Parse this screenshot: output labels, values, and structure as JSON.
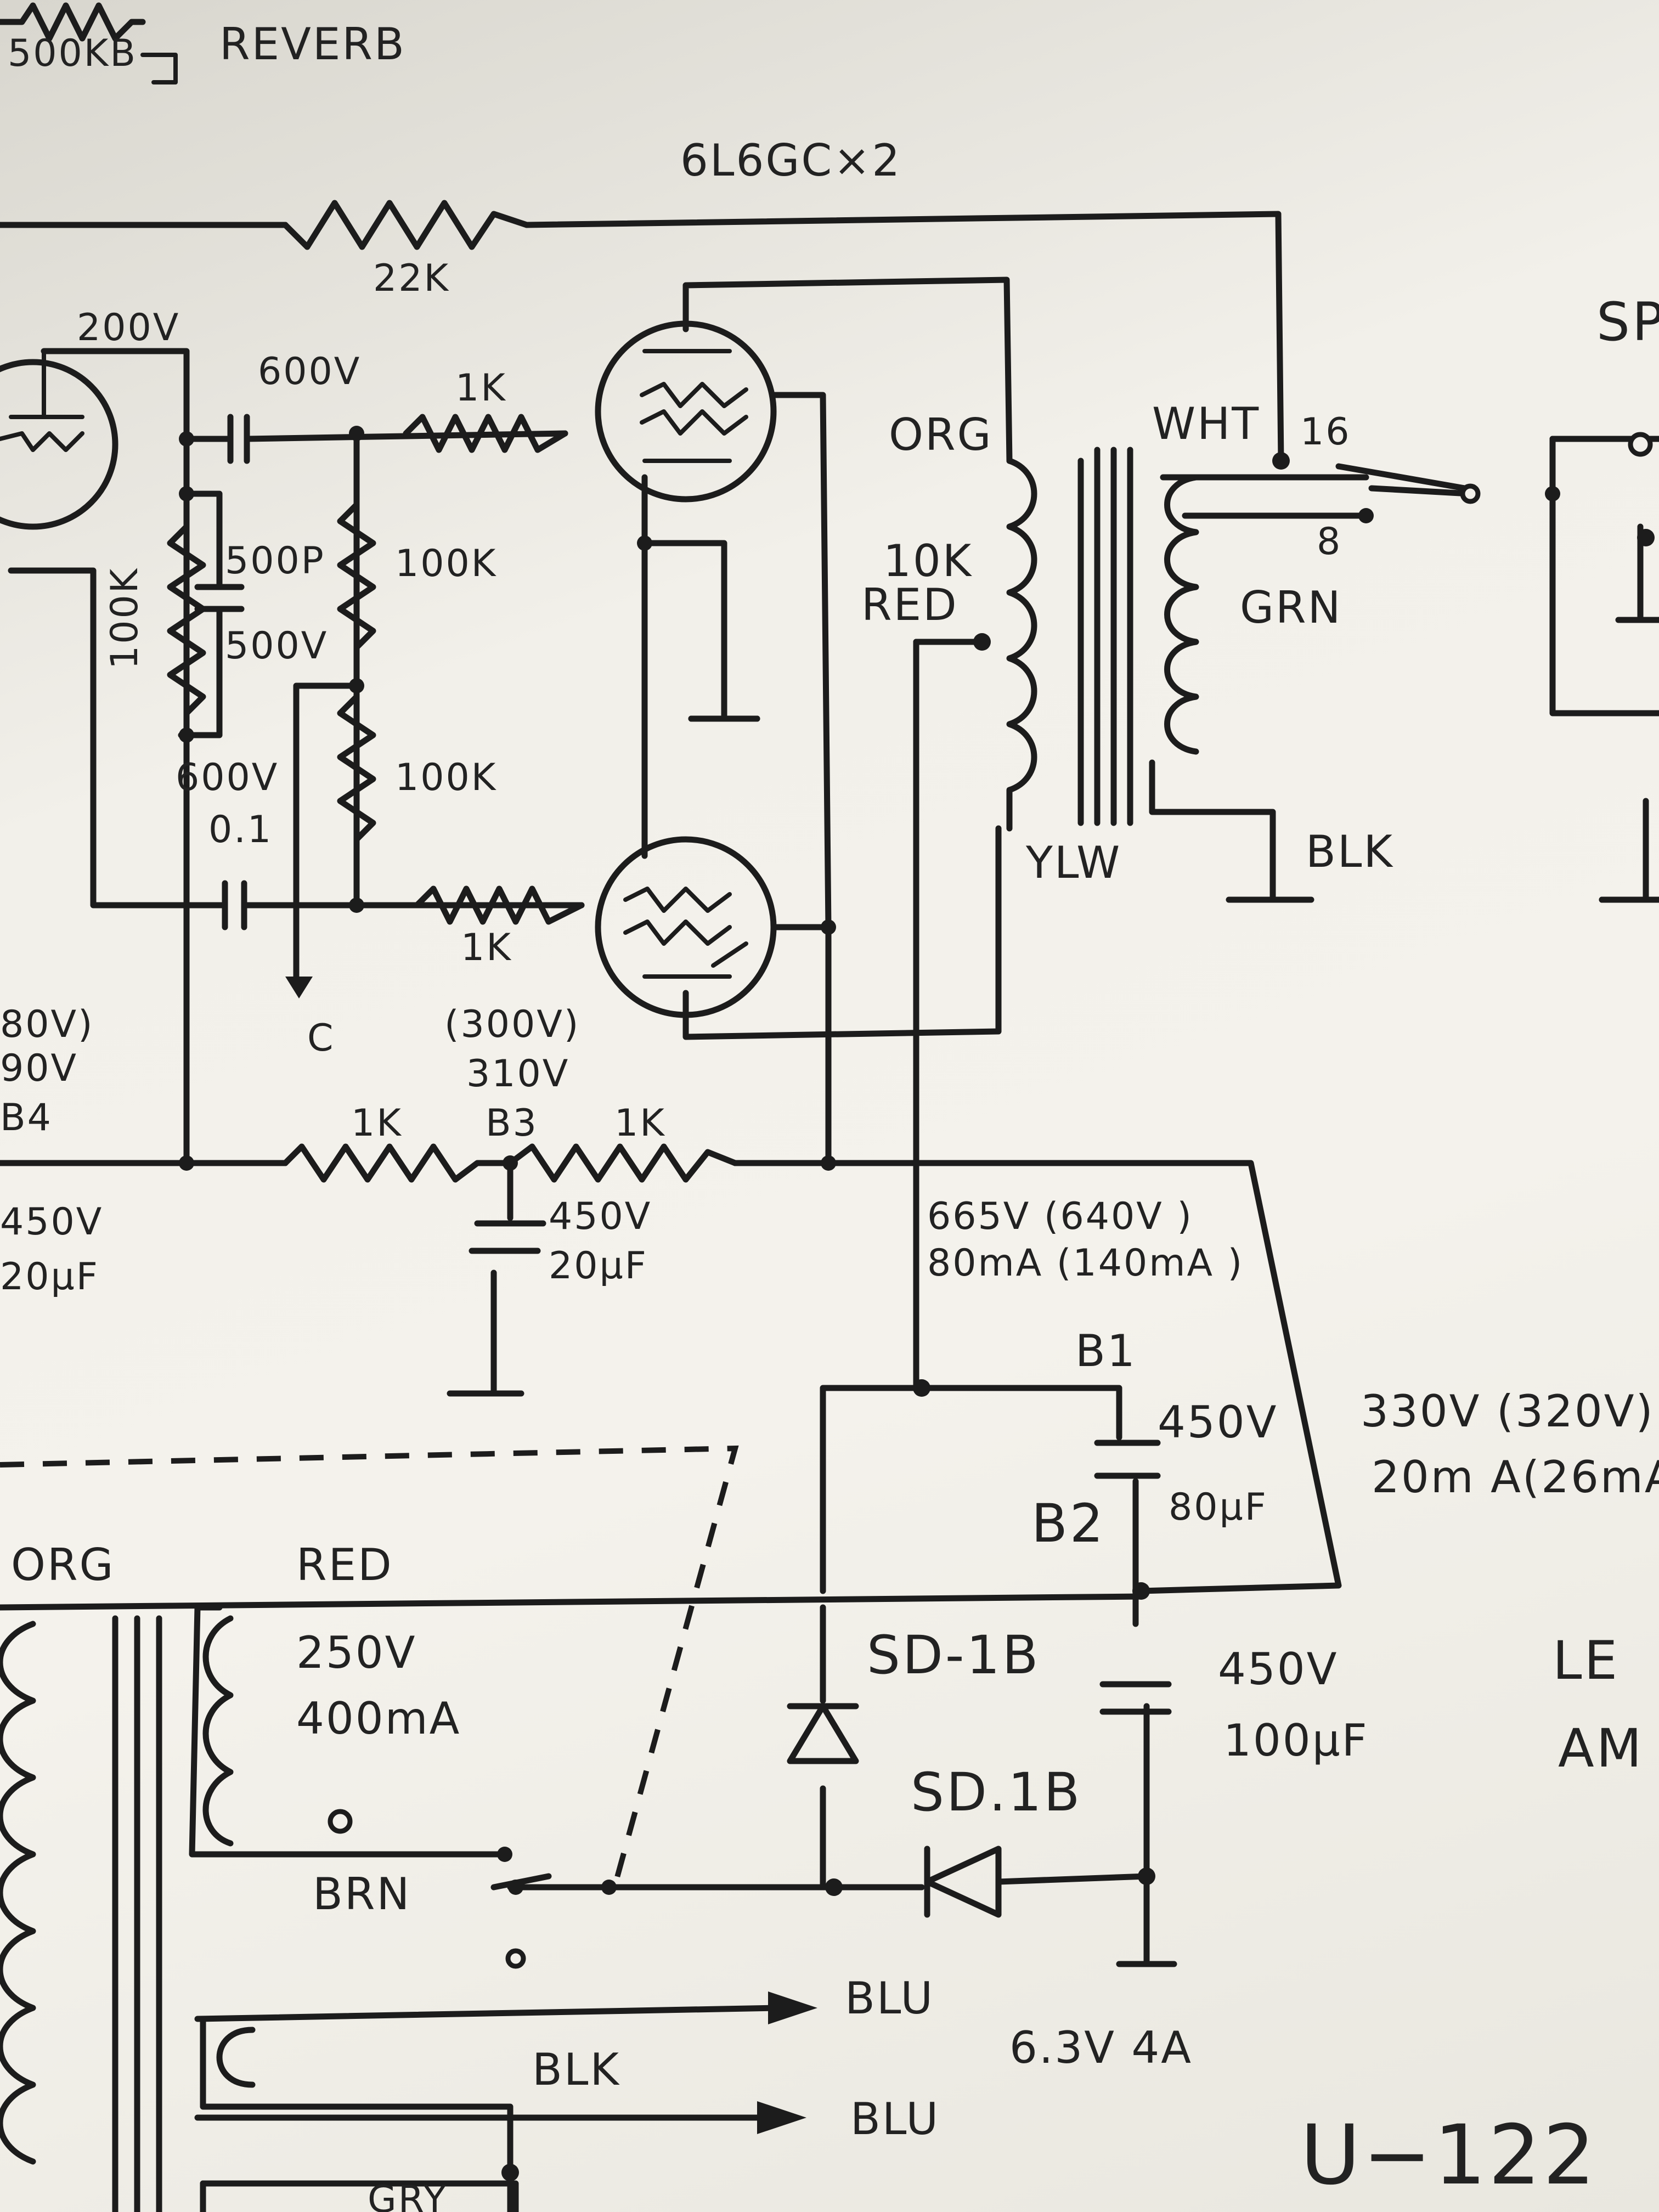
{
  "labels": {
    "pot": "500KB",
    "reverb": "REVERB",
    "tubes": "6L6GC×2",
    "r_fb": "22K",
    "v200": "200V",
    "v600a": "600V",
    "r1k_top": "1K",
    "org_right": "ORG",
    "wht": "WHT",
    "tap16": "16",
    "sp": "SP",
    "c500p": "500P",
    "c500v": "500V",
    "r100k_top": "100K",
    "r10k": "10K",
    "red_right": "RED",
    "tap8": "8",
    "grn": "GRN",
    "r100k_left": "100K",
    "c600v": "600V",
    "c01": "0.1",
    "r100k_mid": "100K",
    "ylw": "YLW",
    "blk_right": "BLK",
    "r1k_mid": "1K",
    "v80": "80V)",
    "v90": "90V",
    "b4": "B4",
    "c_label": "C",
    "v300": "(300V)",
    "v310": "310V",
    "r1k_b_left": "1K",
    "b3": "B3",
    "r1k_b_right": "1K",
    "v450_left": "450V",
    "uf20_left": "20μF",
    "v450_b3": "450V",
    "uf20_b3": "20μF",
    "v665": "665V (640V )",
    "ma80": "80mA (140mA )",
    "b1": "B1",
    "v450_b1": "450V",
    "uf80": "80μF",
    "b2": "B2",
    "v330": "330V (320V)",
    "ma20": "20m A(26mA",
    "org_left": "ORG",
    "red_left": "RED",
    "v250": "250V",
    "ma400": "400mA",
    "brn": "BRN",
    "sd1": "SD-1B",
    "sd2": "SD.1B",
    "v450_b2": "450V",
    "uf100": "100μF",
    "le": "LE",
    "am": "AM",
    "blu1": "BLU",
    "blk_left": "BLK",
    "heater": "6.3V 4A",
    "blu2": "BLU",
    "gry": "GRY",
    "model": "U−122"
  }
}
